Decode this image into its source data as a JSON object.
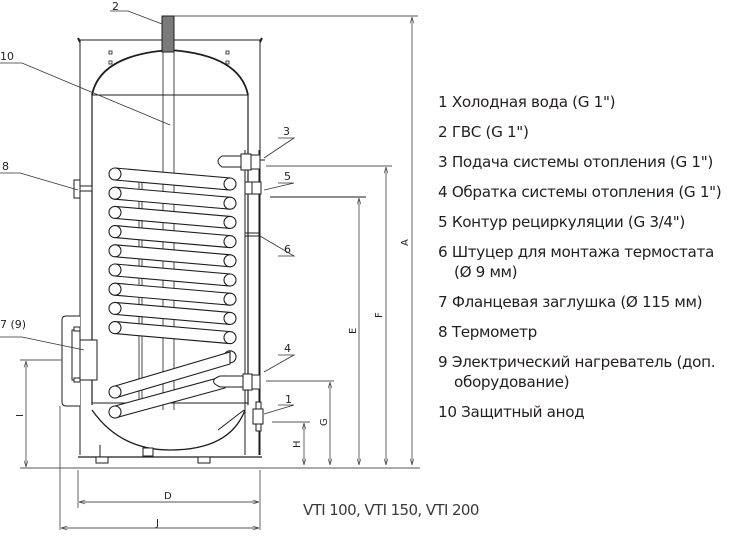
{
  "legend": {
    "items": [
      {
        "num": "1",
        "text": "Холодная вода (G 1\")"
      },
      {
        "num": "2",
        "text": "ГВС (G 1\")"
      },
      {
        "num": "3",
        "text": "Подача системы отопления (G 1\")"
      },
      {
        "num": "4",
        "text": "Обратка системы отопления (G 1\")"
      },
      {
        "num": "5",
        "text": "Контур рециркуляции (G 3/4\")"
      },
      {
        "num": "6",
        "text": "Штуцер для монтажа термостата",
        "cont": "(Ø 9 мм)"
      },
      {
        "num": "7",
        "text": "Фланцевая заглушка (Ø 115 мм)"
      },
      {
        "num": "8",
        "text": "Термометр"
      },
      {
        "num": "9",
        "text": "Электрический нагреватель (доп.",
        "cont": "оборудование)"
      },
      {
        "num": "10",
        "text": "Защитный анод"
      }
    ]
  },
  "callouts": {
    "c1": "1",
    "c2": "2",
    "c3": "3",
    "c4": "4",
    "c5": "5",
    "c6": "6",
    "c79": "7 (9)",
    "c8": "8",
    "c10": "10"
  },
  "dimensions": {
    "A": "A",
    "D": "D",
    "E": "E",
    "F": "F",
    "G": "G",
    "H": "H",
    "I": "I",
    "J": "J"
  },
  "caption": "VTI 100, VTI 150, VTI 200",
  "colors": {
    "line": "#1e1e1e",
    "dim_line": "#555555",
    "anode_fill": "#7a7a7a",
    "text": "#231f20"
  }
}
